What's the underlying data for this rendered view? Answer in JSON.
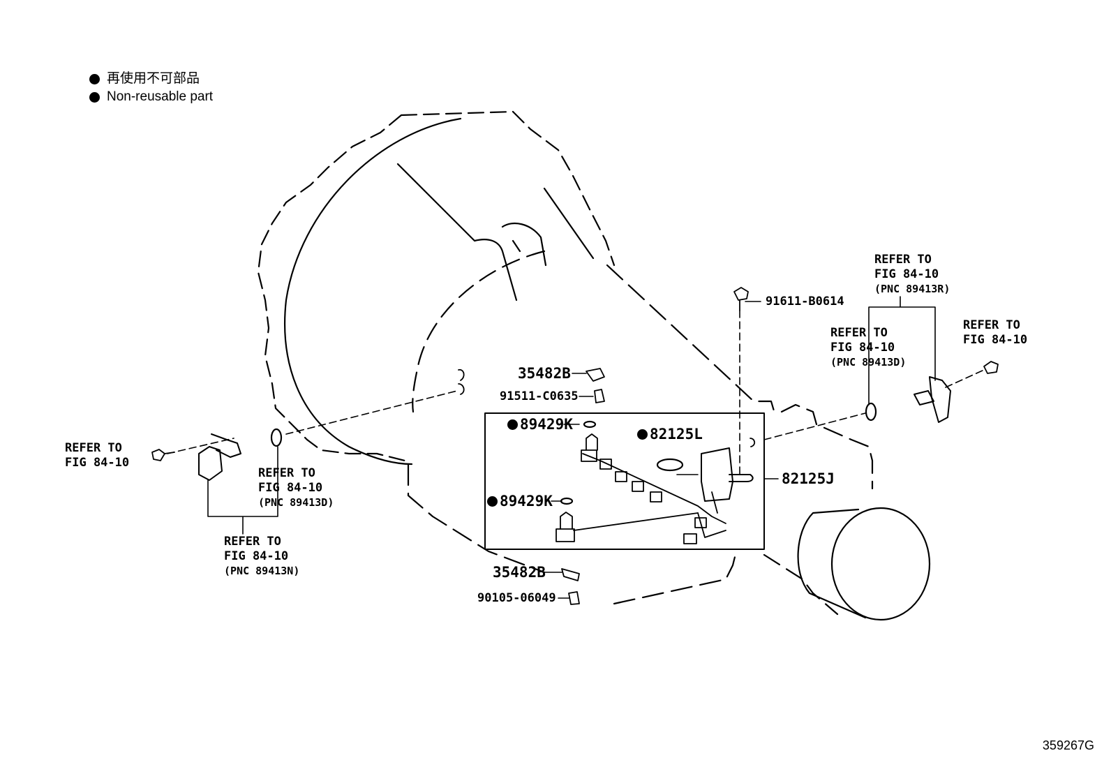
{
  "legend": {
    "items": [
      {
        "text": "再使用不可部品"
      },
      {
        "text": "Non-reusable part"
      }
    ]
  },
  "parts": {
    "bolt_top": "91611-B0614",
    "clamp_upper": "35482B",
    "bolt_clamp_upper": "91511-C0635",
    "oring_upper": "89429K",
    "gasket": "82125L",
    "harness": "82125J",
    "oring_lower": "89429K",
    "clamp_lower": "35482B",
    "bolt_clamp_lower": "90105-06049"
  },
  "refs": {
    "left_bolt": [
      "REFER TO",
      "FIG 84-10"
    ],
    "left_oring": [
      "REFER TO",
      "FIG 84-10",
      "(PNC 89413D)"
    ],
    "left_sensor": [
      "REFER TO",
      "FIG 84-10",
      "(PNC 89413N)"
    ],
    "right_sensor_top": [
      "REFER TO",
      "FIG 84-10",
      "(PNC 89413R)"
    ],
    "right_oring": [
      "REFER TO",
      "FIG 84-10",
      "(PNC 89413D)"
    ],
    "right_bolt": [
      "REFER TO",
      "FIG 84-10"
    ]
  },
  "figure_number": "359267G"
}
